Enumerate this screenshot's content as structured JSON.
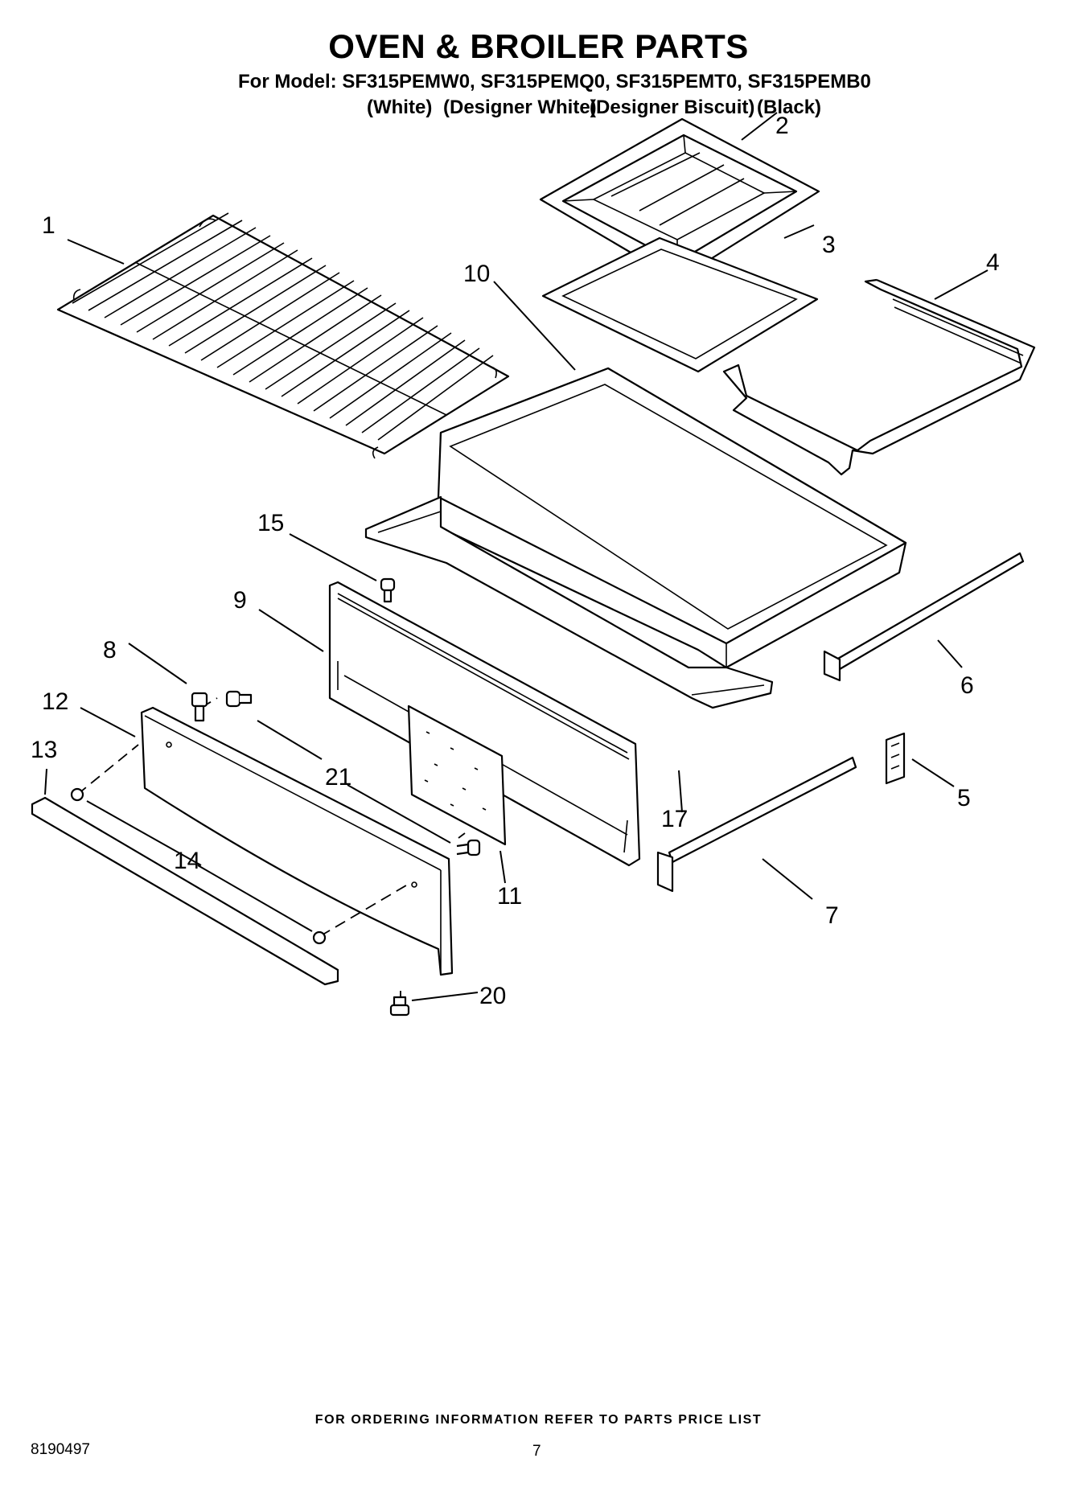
{
  "header": {
    "title": "OVEN & BROILER PARTS",
    "model_line": "For Model: SF315PEMW0, SF315PEMQ0, SF315PEMT0, SF315PEMB0",
    "colors": [
      "(White)",
      "(Designer White)",
      "(Designer Biscuit)",
      "(Black)"
    ]
  },
  "callouts": {
    "c1": "1",
    "c2": "2",
    "c3": "3",
    "c4": "4",
    "c5": "5",
    "c6": "6",
    "c7": "7",
    "c8": "8",
    "c9": "9",
    "c10": "10",
    "c11": "11",
    "c12": "12",
    "c13": "13",
    "c14": "14",
    "c15": "15",
    "c17": "17",
    "c20": "20",
    "c21": "21"
  },
  "footer": {
    "note": "FOR ORDERING INFORMATION REFER TO PARTS PRICE LIST",
    "doc_number": "8190497",
    "page": "7"
  }
}
